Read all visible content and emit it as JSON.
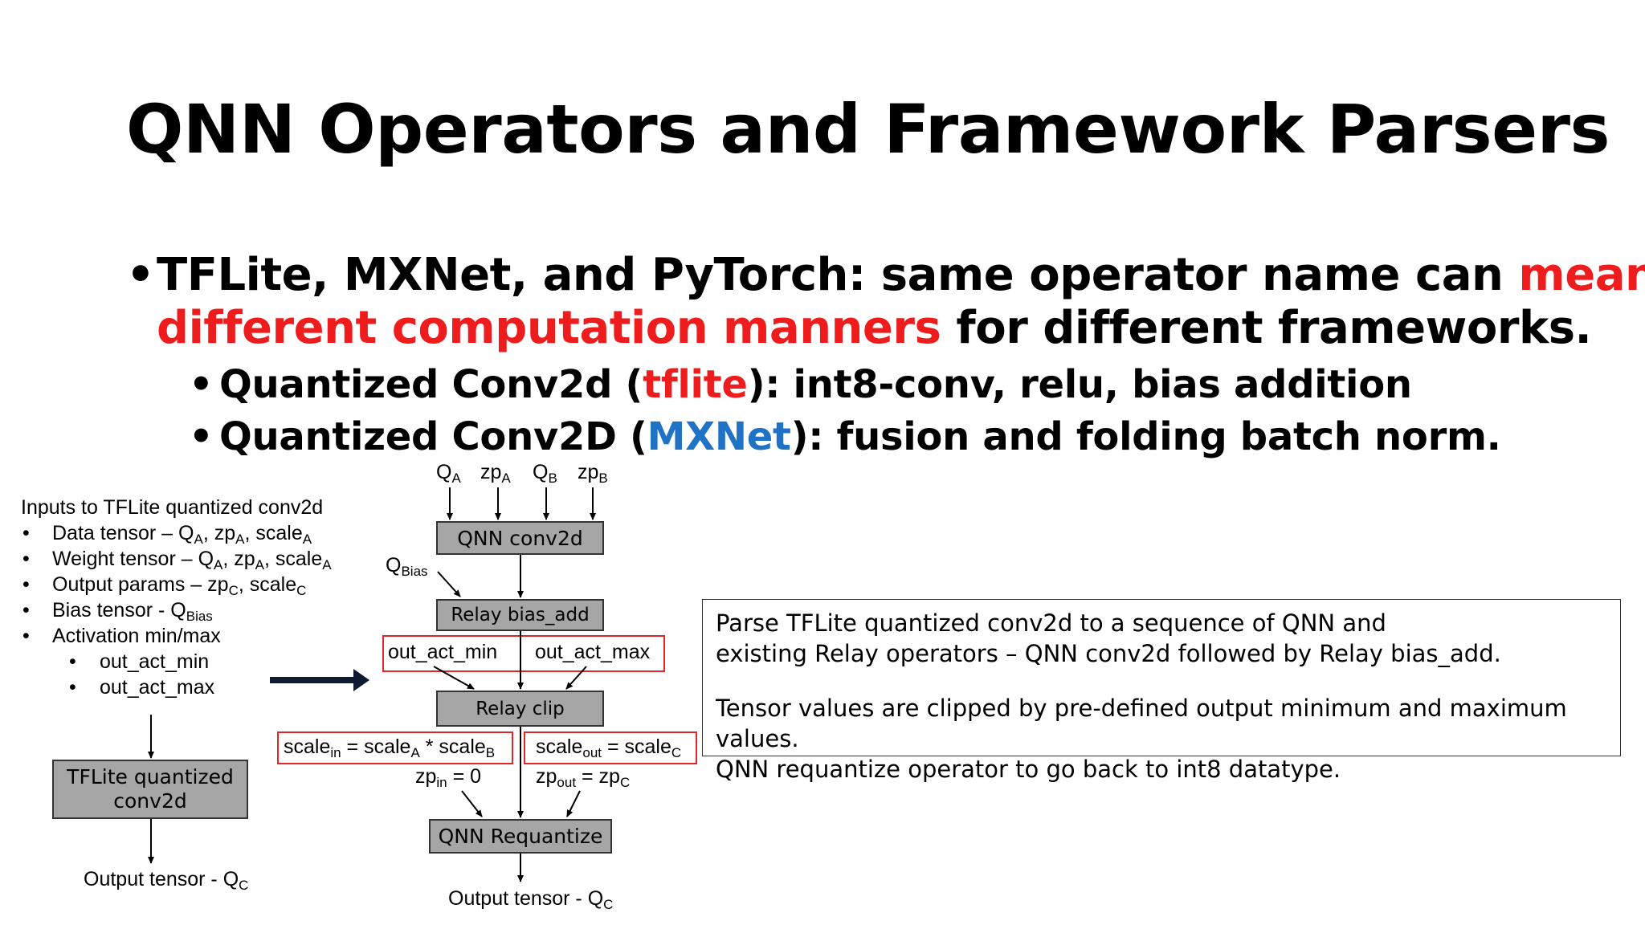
{
  "title": "QNN Operators and Framework Parsers",
  "bullet1": {
    "dot": "•",
    "part1": "TFLite, MXNet, and PyTorch: same operator name can ",
    "highlight1": "mean",
    "highlight2": "different computation manners",
    "part2": " for different frameworks."
  },
  "bullet2": {
    "dot": "•",
    "pre": "Quantized Conv2d (",
    "fw": "tflite",
    "post": "): int8-conv, relu, bias addition"
  },
  "bullet3": {
    "dot": "•",
    "pre": "Quantized Conv2D (",
    "fw": "MXNet",
    "post": "): fusion and folding batch norm."
  },
  "colors": {
    "red": "#ee1c1c",
    "blue": "#1f72c4",
    "box_fill": "#a6a6a6",
    "box_border_red": "#e0262b"
  },
  "inputs_list": {
    "heading": "Inputs to TFLite quantized conv2d",
    "bullet": "•",
    "sub_bullet": "•",
    "data_tensor": {
      "pre": "Data tensor – Q",
      "a1": "A",
      "mid1": ", zp",
      "a2": "A",
      "mid2": ", scale",
      "a3": "A"
    },
    "weight_tensor": {
      "pre": "Weight tensor – Q",
      "a1": "A",
      "mid1": ", zp",
      "a2": "A",
      "mid2": ", scale",
      "a3": "A"
    },
    "output_params": {
      "pre": "Output params – zp",
      "c1": "C",
      "mid": ", scale",
      "c2": "C"
    },
    "bias_tensor": {
      "pre": "Bias tensor - Q",
      "sub": "Bias"
    },
    "activation": "Activation min/max",
    "act_min": "out_act_min",
    "act_max": "out_act_max"
  },
  "tflite_box": {
    "line1": "TFLite quantized",
    "line2": "conv2d"
  },
  "left_output": {
    "pre": "Output tensor - Q",
    "sub": "C"
  },
  "right_flow": {
    "inputs": [
      {
        "base": "Q",
        "sub": "A"
      },
      {
        "base": "zp",
        "sub": "A"
      },
      {
        "base": "Q",
        "sub": "B"
      },
      {
        "base": "zp",
        "sub": "B"
      }
    ],
    "qbias": {
      "base": "Q",
      "sub": "Bias"
    },
    "qnn_conv2d": "QNN conv2d",
    "relay_bias_add": "Relay bias_add",
    "out_act_min": "out_act_min",
    "out_act_max": "out_act_max",
    "relay_clip": "Relay clip",
    "scale_in": {
      "s1": "scale",
      "in": "in",
      "eq": " = scale",
      "a": "A",
      "mul": " * scale",
      "b": "B"
    },
    "scale_out": {
      "s1": "scale",
      "out": "out",
      "eq": " = scale",
      "c": "C"
    },
    "zp_in": {
      "s1": "zp",
      "in": "in",
      "eq": " = 0"
    },
    "zp_out": {
      "s1": "zp",
      "out": "out",
      "eq": " = zp",
      "c": "C"
    },
    "qnn_requantize": "QNN Requantize",
    "output": {
      "pre": "Output tensor - Q",
      "sub": "C"
    }
  },
  "note": {
    "line1": "Parse TFLite quantized conv2d to a sequence of QNN and",
    "line2": "existing Relay operators – QNN conv2d followed by Relay bias_add.",
    "line3": "Tensor values are clipped by pre-defined output minimum and maximum values.",
    "line4": "QNN requantize operator to go back to int8 datatype."
  }
}
